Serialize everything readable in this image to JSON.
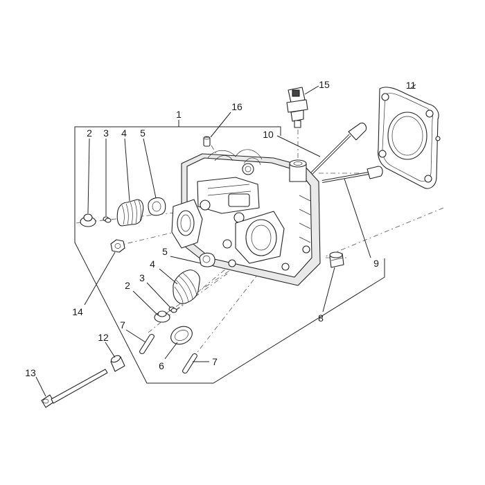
{
  "diagram": {
    "labels": [
      {
        "id": "label-1",
        "text": "1"
      },
      {
        "id": "label-2a",
        "text": "2"
      },
      {
        "id": "label-3a",
        "text": "3"
      },
      {
        "id": "label-4a",
        "text": "4"
      },
      {
        "id": "label-5a",
        "text": "5"
      },
      {
        "id": "label-16",
        "text": "16"
      },
      {
        "id": "label-15",
        "text": "15"
      },
      {
        "id": "label-11",
        "text": "11"
      },
      {
        "id": "label-10",
        "text": "10"
      },
      {
        "id": "label-9",
        "text": "9"
      },
      {
        "id": "label-8",
        "text": "8"
      },
      {
        "id": "label-14",
        "text": "14"
      },
      {
        "id": "label-5b",
        "text": "5"
      },
      {
        "id": "label-4b",
        "text": "4"
      },
      {
        "id": "label-3b",
        "text": "3"
      },
      {
        "id": "label-2b",
        "text": "2"
      },
      {
        "id": "label-7a",
        "text": "7"
      },
      {
        "id": "label-7b",
        "text": "7"
      },
      {
        "id": "label-6",
        "text": "6"
      },
      {
        "id": "label-12",
        "text": "12"
      },
      {
        "id": "label-13",
        "text": "13"
      }
    ]
  }
}
